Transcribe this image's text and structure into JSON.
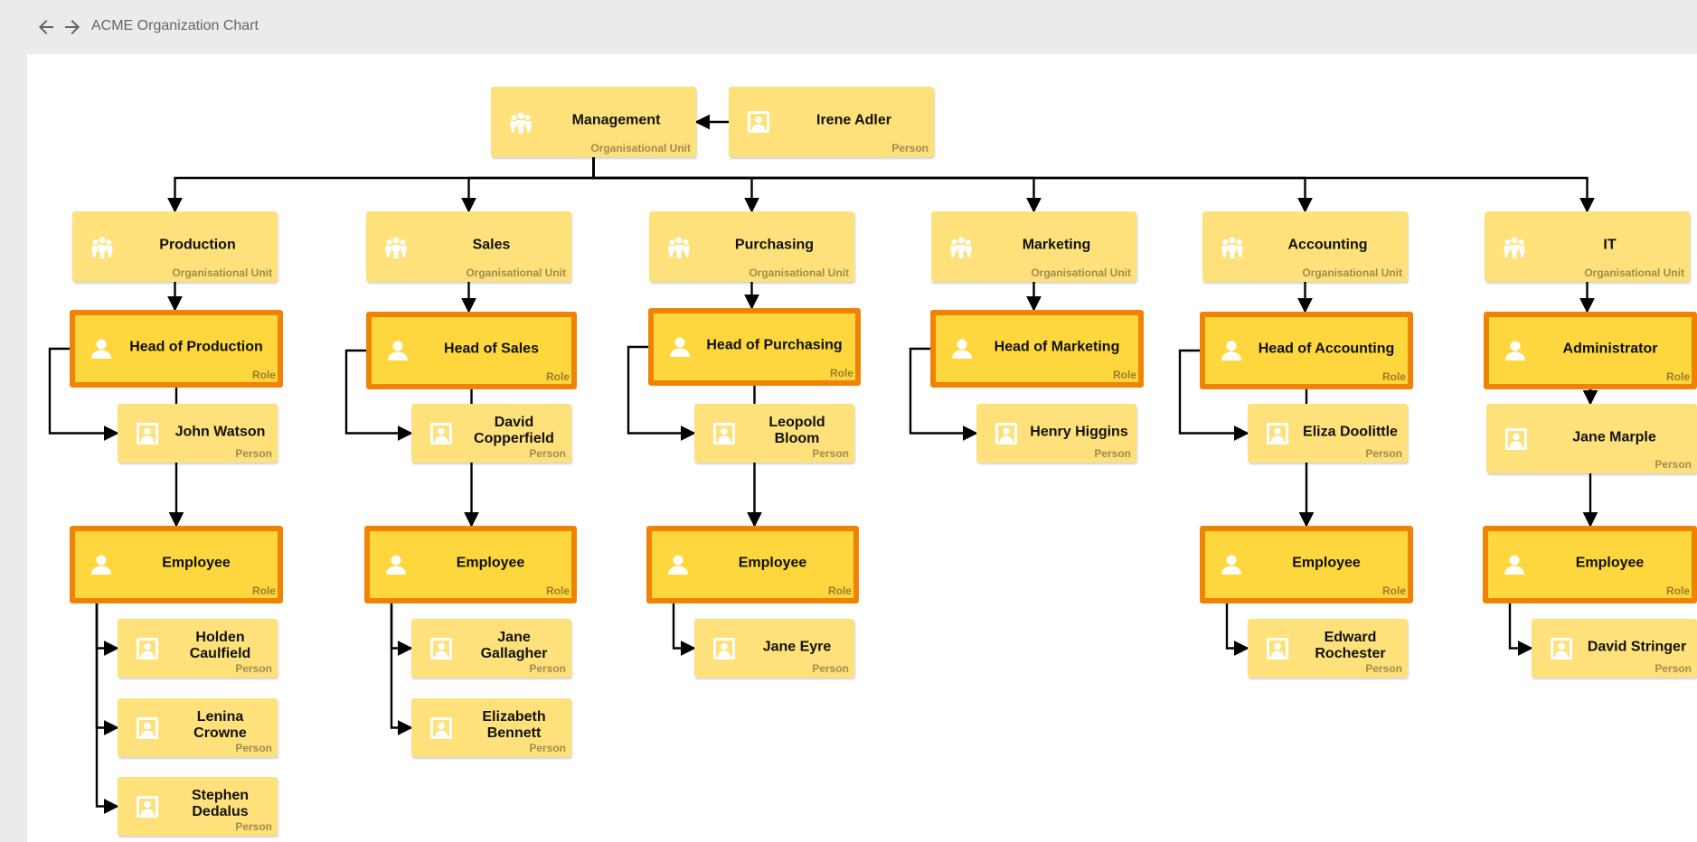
{
  "header": {
    "title": "ACME Organization Chart",
    "back_icon": "arrow-left-icon",
    "forward_icon": "arrow-right-icon"
  },
  "colors": {
    "unit_fill": "#fee17a",
    "role_fill": "#fdd73d",
    "role_border": "#f08304",
    "edge": "#000000",
    "type_text": "#a08c4f"
  },
  "nodes": [
    {
      "id": "management",
      "label": "Management",
      "type": "Organisational Unit",
      "kind": "unit",
      "icon": "people-group-icon"
    },
    {
      "id": "irene",
      "label": "Irene Adler",
      "type": "Person",
      "kind": "person",
      "icon": "person-portrait-icon"
    },
    {
      "id": "production",
      "label": "Production",
      "type": "Organisational Unit",
      "kind": "unit",
      "icon": "people-group-icon"
    },
    {
      "id": "sales",
      "label": "Sales",
      "type": "Organisational Unit",
      "kind": "unit",
      "icon": "people-group-icon"
    },
    {
      "id": "purchasing",
      "label": "Purchasing",
      "type": "Organisational Unit",
      "kind": "unit",
      "icon": "people-group-icon"
    },
    {
      "id": "marketing",
      "label": "Marketing",
      "type": "Organisational Unit",
      "kind": "unit",
      "icon": "people-group-icon"
    },
    {
      "id": "accounting",
      "label": "Accounting",
      "type": "Organisational Unit",
      "kind": "unit",
      "icon": "people-group-icon"
    },
    {
      "id": "it",
      "label": "IT",
      "type": "Organisational Unit",
      "kind": "unit",
      "icon": "people-group-icon"
    },
    {
      "id": "head_production",
      "label": "Head of Production",
      "type": "Role",
      "kind": "role",
      "icon": "person-icon"
    },
    {
      "id": "head_sales",
      "label": "Head of Sales",
      "type": "Role",
      "kind": "role",
      "icon": "person-icon"
    },
    {
      "id": "head_purchasing",
      "label": "Head of Purchasing",
      "type": "Role",
      "kind": "role",
      "icon": "person-icon"
    },
    {
      "id": "head_marketing",
      "label": "Head of Marketing",
      "type": "Role",
      "kind": "role",
      "icon": "person-icon"
    },
    {
      "id": "head_accounting",
      "label": "Head of Accounting",
      "type": "Role",
      "kind": "role",
      "icon": "person-icon"
    },
    {
      "id": "administrator",
      "label": "Administrator",
      "type": "Role",
      "kind": "role",
      "icon": "person-icon"
    },
    {
      "id": "john_watson",
      "label": "John Watson",
      "type": "Person",
      "kind": "person",
      "icon": "person-portrait-icon"
    },
    {
      "id": "david_copperfield",
      "label": "David Copperfield",
      "type": "Person",
      "kind": "person",
      "icon": "person-portrait-icon"
    },
    {
      "id": "leopold_bloom",
      "label": "Leopold Bloom",
      "type": "Person",
      "kind": "person",
      "icon": "person-portrait-icon"
    },
    {
      "id": "henry_higgins",
      "label": "Henry Higgins",
      "type": "Person",
      "kind": "person",
      "icon": "person-portrait-icon"
    },
    {
      "id": "eliza_doolittle",
      "label": "Eliza Doolittle",
      "type": "Person",
      "kind": "person",
      "icon": "person-portrait-icon"
    },
    {
      "id": "jane_marple",
      "label": "Jane Marple",
      "type": "Person",
      "kind": "person",
      "icon": "person-portrait-icon"
    },
    {
      "id": "employee_production",
      "label": "Employee",
      "type": "Role",
      "kind": "role",
      "icon": "person-icon"
    },
    {
      "id": "employee_sales",
      "label": "Employee",
      "type": "Role",
      "kind": "role",
      "icon": "person-icon"
    },
    {
      "id": "employee_purchasing",
      "label": "Employee",
      "type": "Role",
      "kind": "role",
      "icon": "person-icon"
    },
    {
      "id": "employee_accounting",
      "label": "Employee",
      "type": "Role",
      "kind": "role",
      "icon": "person-icon"
    },
    {
      "id": "employee_it",
      "label": "Employee",
      "type": "Role",
      "kind": "role",
      "icon": "person-icon"
    },
    {
      "id": "holden_caulfield",
      "label": "Holden Caulfield",
      "type": "Person",
      "kind": "person",
      "icon": "person-portrait-icon"
    },
    {
      "id": "lenina_crowne",
      "label": "Lenina Crowne",
      "type": "Person",
      "kind": "person",
      "icon": "person-portrait-icon"
    },
    {
      "id": "stephen_dedalus",
      "label": "Stephen Dedalus",
      "type": "Person",
      "kind": "person",
      "icon": "person-portrait-icon"
    },
    {
      "id": "jane_gallagher",
      "label": "Jane Gallagher",
      "type": "Person",
      "kind": "person",
      "icon": "person-portrait-icon"
    },
    {
      "id": "elizabeth_bennett",
      "label": "Elizabeth Bennett",
      "type": "Person",
      "kind": "person",
      "icon": "person-portrait-icon"
    },
    {
      "id": "jane_eyre",
      "label": "Jane Eyre",
      "type": "Person",
      "kind": "person",
      "icon": "person-portrait-icon"
    },
    {
      "id": "edward_rochester",
      "label": "Edward Rochester",
      "type": "Person",
      "kind": "person",
      "icon": "person-portrait-icon"
    },
    {
      "id": "david_stringer",
      "label": "David Stringer",
      "type": "Person",
      "kind": "person",
      "icon": "person-portrait-icon"
    }
  ],
  "edges": [
    {
      "from": "irene",
      "to": "management"
    },
    {
      "from": "management",
      "to": "production"
    },
    {
      "from": "management",
      "to": "sales"
    },
    {
      "from": "management",
      "to": "purchasing"
    },
    {
      "from": "management",
      "to": "marketing"
    },
    {
      "from": "management",
      "to": "accounting"
    },
    {
      "from": "management",
      "to": "it"
    },
    {
      "from": "production",
      "to": "head_production"
    },
    {
      "from": "sales",
      "to": "head_sales"
    },
    {
      "from": "purchasing",
      "to": "head_purchasing"
    },
    {
      "from": "marketing",
      "to": "head_marketing"
    },
    {
      "from": "accounting",
      "to": "head_accounting"
    },
    {
      "from": "it",
      "to": "administrator"
    },
    {
      "from": "head_production",
      "to": "john_watson"
    },
    {
      "from": "head_production",
      "to": "employee_production"
    },
    {
      "from": "head_sales",
      "to": "david_copperfield"
    },
    {
      "from": "head_sales",
      "to": "employee_sales"
    },
    {
      "from": "head_purchasing",
      "to": "leopold_bloom"
    },
    {
      "from": "head_purchasing",
      "to": "employee_purchasing"
    },
    {
      "from": "head_marketing",
      "to": "henry_higgins"
    },
    {
      "from": "head_accounting",
      "to": "eliza_doolittle"
    },
    {
      "from": "head_accounting",
      "to": "employee_accounting"
    },
    {
      "from": "administrator",
      "to": "jane_marple"
    },
    {
      "from": "administrator",
      "to": "employee_it"
    },
    {
      "from": "employee_production",
      "to": "holden_caulfield"
    },
    {
      "from": "employee_production",
      "to": "lenina_crowne"
    },
    {
      "from": "employee_production",
      "to": "stephen_dedalus"
    },
    {
      "from": "employee_sales",
      "to": "jane_gallagher"
    },
    {
      "from": "employee_sales",
      "to": "elizabeth_bennett"
    },
    {
      "from": "employee_purchasing",
      "to": "jane_eyre"
    },
    {
      "from": "employee_accounting",
      "to": "edward_rochester"
    },
    {
      "from": "employee_it",
      "to": "david_stringer"
    }
  ]
}
